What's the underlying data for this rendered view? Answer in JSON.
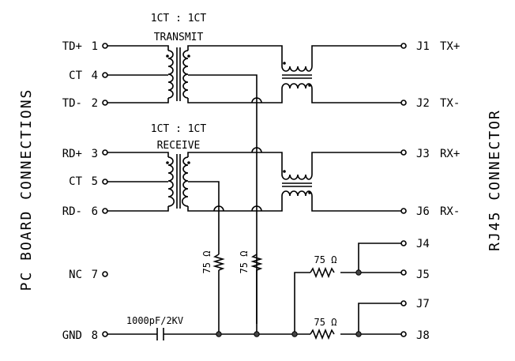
{
  "side_labels": {
    "left": "PC BOARD CONNECTIONS",
    "right": "RJ45 CONNECTOR"
  },
  "transformers": {
    "transmit": {
      "ratio": "1CT : 1CT",
      "name": "TRANSMIT"
    },
    "receive": {
      "ratio": "1CT : 1CT",
      "name": "RECEIVE"
    }
  },
  "left_pins": [
    {
      "name": "TD+",
      "num": "1"
    },
    {
      "name": "CT",
      "num": "4"
    },
    {
      "name": "TD-",
      "num": "2"
    },
    {
      "name": "RD+",
      "num": "3"
    },
    {
      "name": "CT",
      "num": "5"
    },
    {
      "name": "RD-",
      "num": "6"
    },
    {
      "name": "NC",
      "num": "7"
    },
    {
      "name": "GND",
      "num": "8"
    }
  ],
  "right_pins": [
    {
      "name": "J1",
      "signal": "TX+"
    },
    {
      "name": "J2",
      "signal": "TX-"
    },
    {
      "name": "J3",
      "signal": "RX+"
    },
    {
      "name": "J6",
      "signal": "RX-"
    },
    {
      "name": "J4",
      "signal": ""
    },
    {
      "name": "J5",
      "signal": ""
    },
    {
      "name": "J7",
      "signal": ""
    },
    {
      "name": "J8",
      "signal": ""
    }
  ],
  "resistors": {
    "r1": "75 Ω",
    "r2": "75 Ω",
    "r3": "75 Ω",
    "r4": "75 Ω"
  },
  "capacitor": "1000pF/2KV"
}
